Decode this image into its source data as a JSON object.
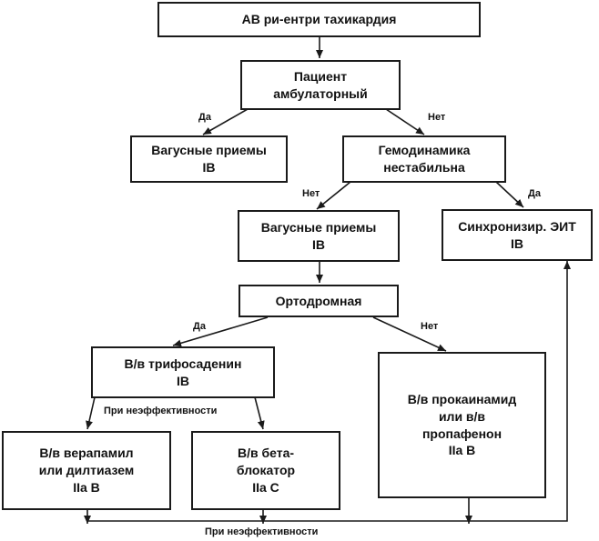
{
  "nodes": {
    "start": [
      "АВ ри-ентри тахикардия"
    ],
    "outpatient": [
      "Пациент",
      "амбулаторный"
    ],
    "vagal1": [
      "Вагусные приемы",
      "IB"
    ],
    "hemodynamics": [
      "Гемодинамика",
      "нестабильна"
    ],
    "vagal2": [
      "Вагусные приемы",
      "IB"
    ],
    "sync_eit": [
      "Синхронизир. ЭИТ",
      "IB"
    ],
    "orthodromic": [
      "Ортодромная"
    ],
    "triphosadenine": [
      "В/в трифосаденин",
      "IB"
    ],
    "procainamide": [
      "В/в прокаинамид",
      "или в/в",
      "пропафенон",
      "IIa B"
    ],
    "verapamil": [
      "В/в верапамил",
      "или дилтиазем",
      "IIa B"
    ],
    "beta_blocker": [
      "В/в бета-",
      "блокатор",
      "IIa C"
    ]
  },
  "edge_labels": {
    "yes": "Да",
    "no": "Нет",
    "ineffective": "При неэффективности"
  }
}
